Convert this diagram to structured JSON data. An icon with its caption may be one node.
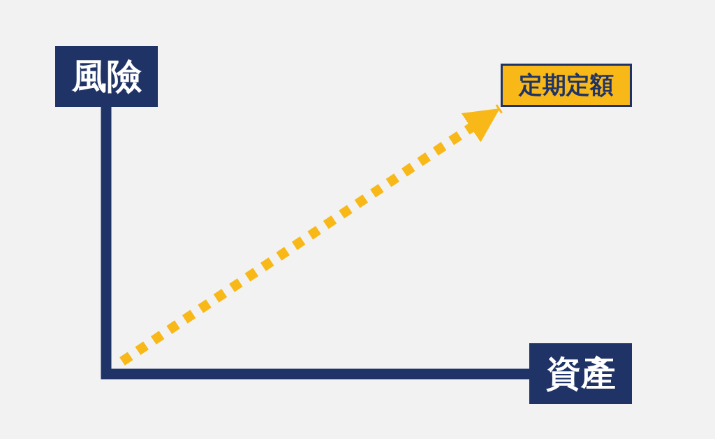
{
  "diagram": {
    "nodes": [
      {
        "text": [
          "風險"
        ]
      },
      {
        "text": [
          "資產"
        ]
      },
      {
        "text": [
          "定期定額"
        ]
      }
    ],
    "edges": [
      {
        "from": null,
        "to": 2,
        "arrow": "to",
        "style": "dashed",
        "color": "#f8b818"
      }
    ]
  }
}
